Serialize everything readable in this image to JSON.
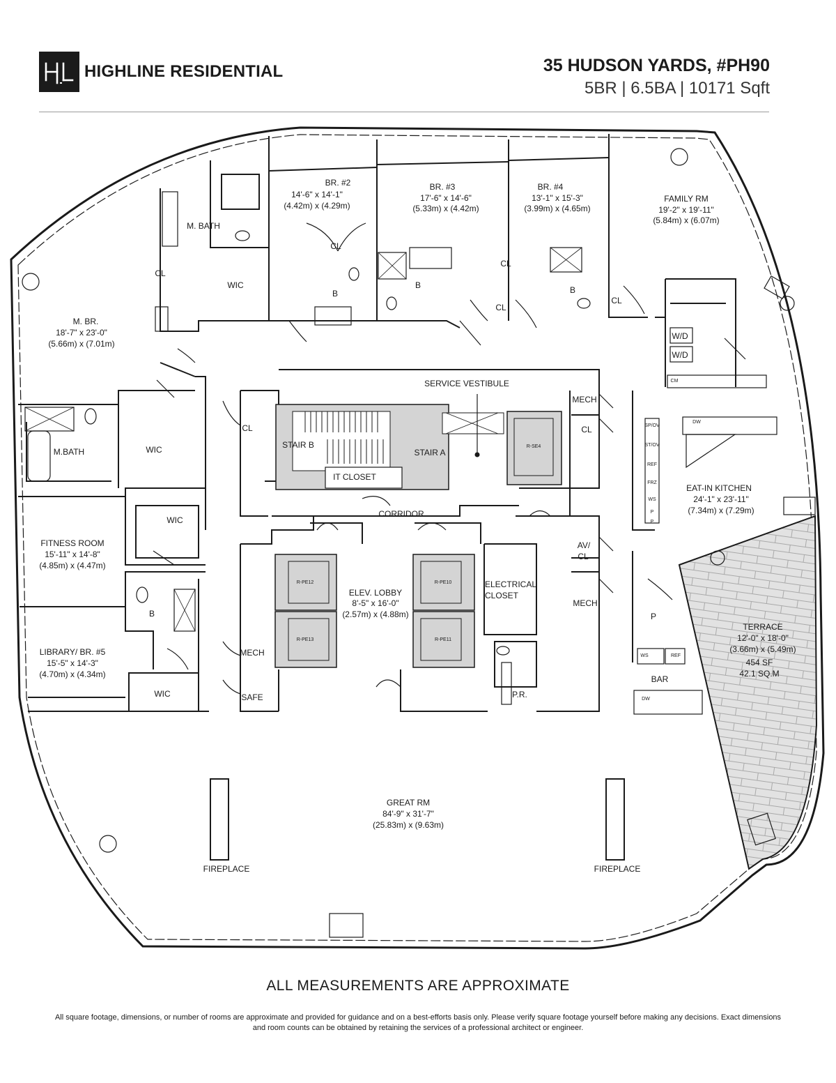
{
  "header": {
    "brand": "HIGHLINE RESIDENTIAL",
    "title": "35 HUDSON YARDS, #PH90",
    "subtitle": "5BR | 6.5BA | 10171 Sqft"
  },
  "rooms": {
    "br2": {
      "name": "BR. #2",
      "dim_ft": "14'-6\" x 14'-1\"",
      "dim_m": "(4.42m) x (4.29m)"
    },
    "br3": {
      "name": "BR. #3",
      "dim_ft": "17'-6\" x 14'-6\"",
      "dim_m": "(5.33m) x (4.42m)"
    },
    "br4": {
      "name": "BR. #4",
      "dim_ft": "13'-1\" x 15'-3\"",
      "dim_m": "(3.99m) x (4.65m)"
    },
    "family": {
      "name": "FAMILY RM",
      "dim_ft": "19'-2\" x 19'-11\"",
      "dim_m": "(5.84m) x (6.07m)"
    },
    "mbr": {
      "name": "M. BR.",
      "dim_ft": "18'-7\" x 23'-0\"",
      "dim_m": "(5.66m) x (7.01m)"
    },
    "kitchen": {
      "name": "EAT-IN KITCHEN",
      "dim_ft": "24'-1\" x 23'-11\"",
      "dim_m": "(7.34m) x (7.29m)"
    },
    "fitness": {
      "name": "FITNESS ROOM",
      "dim_ft": "15'-11\" x 14'-8\"",
      "dim_m": "(4.85m) x (4.47m)"
    },
    "elev_lobby": {
      "name": "ELEV. LOBBY",
      "dim_ft": "8'-5\" x 16'-0\"",
      "dim_m": "(2.57m) x (4.88m)"
    },
    "library": {
      "name": "LIBRARY/ BR. #5",
      "dim_ft": "15'-5\" x 14'-3\"",
      "dim_m": "(4.70m) x (4.34m)"
    },
    "terrace": {
      "name": "TERRACE",
      "dim_ft": "12'-0\" x 18'-0\"",
      "dim_m": "(3.66m) x (5.49m)",
      "sf": "454 SF",
      "sqm": "42.1 SQ.M"
    },
    "great": {
      "name": "GREAT RM",
      "dim_ft": "84'-9\" x 31'-7\"",
      "dim_m": "(25.83m) x (9.63m)"
    }
  },
  "labels": {
    "mbath1": "M. BATH",
    "mbath2": "M.BATH",
    "cl": "CL",
    "wic": "WIC",
    "b": "B",
    "wd": "W/D",
    "service_vestibule": "SERVICE VESTIBULE",
    "mech": "MECH",
    "stair_b": "STAIR B",
    "stair_a": "STAIR A",
    "it_closet": "IT CLOSET",
    "corridor": "CORRIDOR",
    "av_cl_1": "AV/",
    "av_cl_2": "CL",
    "electrical_1": "ELECTRICAL",
    "electrical_2": "CLOSET",
    "safe": "SAFE",
    "pr": "P.R.",
    "p": "P",
    "bar": "BAR",
    "fireplace": "FIREPLACE",
    "rse4": "R-SE4",
    "rpe12": "R-PE12",
    "rpe10": "R-PE10",
    "rpe13": "R-PE13",
    "rpe11": "R-PE11",
    "app_spov": "SP/OV",
    "app_stov": "ST/OV",
    "app_ref": "REF",
    "app_frz": "FRZ",
    "app_ws": "WS",
    "app_p": "P",
    "app_dw": "DW",
    "app_cm": "CM"
  },
  "footer": {
    "approx": "ALL MEASUREMENTS ARE APPROXIMATE",
    "disclaimer": "All square footage, dimensions, or number of rooms are approximate and provided for guidance and on a best-efforts basis only. Please verify square footage yourself before making any decisions. Exact dimensions and room counts can be obtained by retaining the services of a professional architect or engineer."
  }
}
